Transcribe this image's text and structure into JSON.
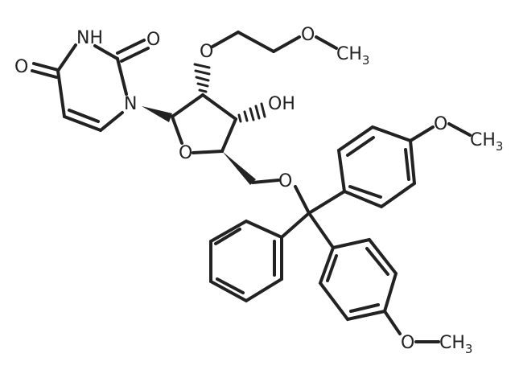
{
  "structure": {
    "atom_labels": {
      "nh": "NH",
      "o_c2": "O",
      "o_c4": "O",
      "n1": "N",
      "o_ether": "O",
      "o_me": "O",
      "ch3_top": "CH",
      "oh": "OH",
      "o_ring": "O",
      "o_trityl": "O",
      "o_pmeo_top": "O",
      "ch3_mid": "CH",
      "o_pmeo_bot": "O",
      "ch3_bot": "CH"
    },
    "subscripts": {
      "ch3_top": "3",
      "ch3_mid": "3",
      "ch3_bot": "3"
    }
  },
  "colors": {
    "ink": "#222222",
    "background": "#ffffff"
  }
}
